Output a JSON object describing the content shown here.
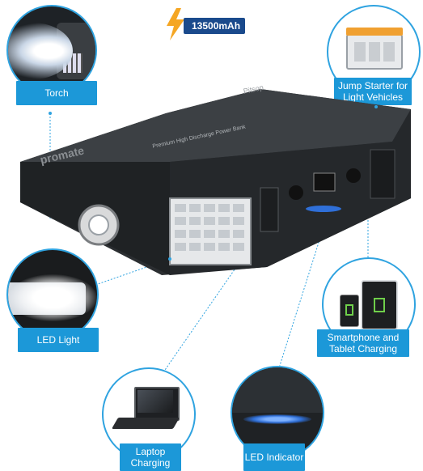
{
  "capacity": "13500mAh",
  "brand": "promate",
  "product": "Premium High Discharge Power Bank",
  "model": "Pitsop",
  "features": {
    "torch": "Torch",
    "jump_starter": "Jump Starter for Light Vehicles",
    "led_light": "LED Light",
    "smartphone": "Smartphone and Tablet Charging",
    "laptop": "Laptop Charging",
    "led_indicator": "LED Indicator"
  },
  "colors": {
    "accent": "#1c98d8",
    "device_body": "#2b2e31",
    "lightning": "#f5a623"
  }
}
